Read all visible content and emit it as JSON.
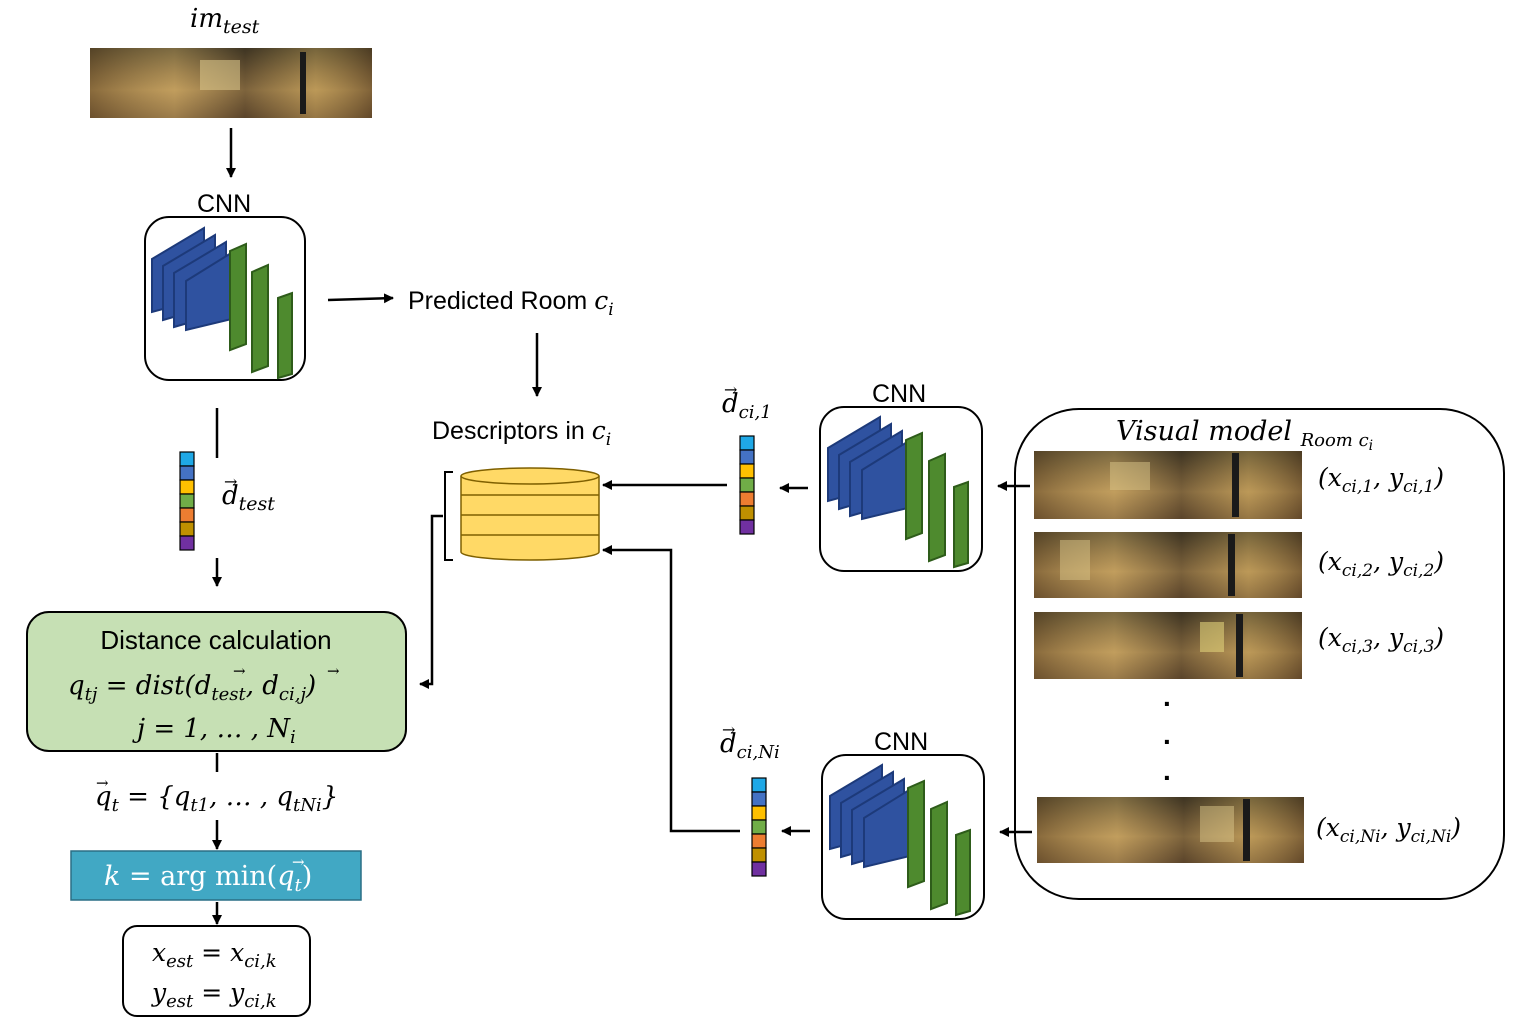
{
  "input": {
    "label_main": "im",
    "label_sub": "test"
  },
  "cnn_label": "CNN",
  "predicted": {
    "text": "Predicted Room ",
    "var": "c",
    "sub": "i"
  },
  "descriptors": {
    "text": "Descriptors in ",
    "var": "c",
    "sub": "i"
  },
  "d_test": {
    "main": "d",
    "sub": "test"
  },
  "d_ci1": {
    "main": "d",
    "sub": "ci,1"
  },
  "d_ciNi": {
    "main": "d",
    "sub": "ci,Ni"
  },
  "distance": {
    "title": "Distance calculation",
    "eq1_lhs_main": "q",
    "eq1_lhs_sub": "tj",
    "eq1_eq": " = dist(",
    "eq1_d1": "d",
    "eq1_d1_sub": "test",
    "eq1_comma": ", ",
    "eq1_d2": "d",
    "eq1_d2_sub": "ci,j",
    "eq1_close": ")",
    "eq2": "j = 1, … , N",
    "eq2_sub": "i"
  },
  "q_vec": {
    "main": "q",
    "sub": "t",
    "rest": " = {q",
    "s1": "t1",
    "mid": ", … , q",
    "s2": "tNi",
    "close": "}"
  },
  "argmin": {
    "k": "k",
    "eq": " = arg min(",
    "q": "q",
    "sub": "t",
    "close": ")"
  },
  "estimate": {
    "x_main": "x",
    "x_sub": "est",
    "x_rhs": "x",
    "x_rhs_sub": "ci,k",
    "y_main": "y",
    "y_sub": "est",
    "y_rhs": "y",
    "y_rhs_sub": "ci,k",
    "eq": " = "
  },
  "visual_model": {
    "title": "Visual model ",
    "sub_text": "Room c",
    "sub_sub": "i"
  },
  "coords": [
    {
      "x": "x",
      "xs": "ci,1",
      "y": "y",
      "ys": "ci,1"
    },
    {
      "x": "x",
      "xs": "ci,2",
      "y": "y",
      "ys": "ci,2"
    },
    {
      "x": "x",
      "xs": "ci,3",
      "y": "y",
      "ys": "ci,3"
    },
    {
      "x": "x",
      "xs": "ci,Ni",
      "y": "y",
      "ys": "ci,Ni"
    }
  ],
  "ellipsis_dots": [
    ".",
    ".",
    "."
  ],
  "colors": {
    "descriptor_bar": [
      "#1fa8e6",
      "#4472c4",
      "#ffc000",
      "#70ad47",
      "#ed7d31",
      "#bf9000",
      "#7030a0"
    ],
    "cnn_blue": "#2f52a0",
    "cnn_green": "#4e8a2e",
    "database_fill": "#ffd966",
    "distance_fill": "#c6e0b4",
    "argmin_fill": "#41a8c4"
  }
}
